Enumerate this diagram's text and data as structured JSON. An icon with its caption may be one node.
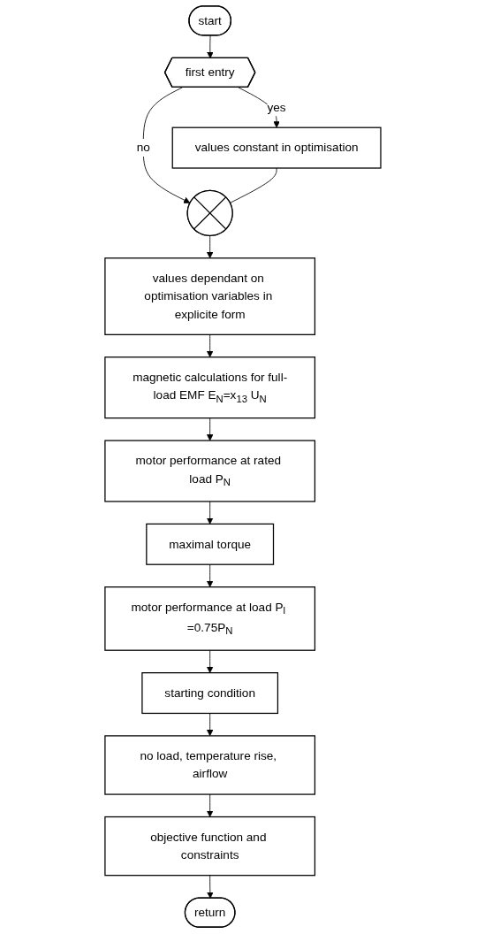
{
  "diagram": {
    "nodes": [
      {
        "text": [
          "start"
        ]
      },
      {
        "text": [
          "first entry"
        ]
      },
      {
        "text": [
          "values constant in optimisation"
        ]
      },
      {
        "text": [],
        "shape": "circle"
      },
      {
        "text": [
          "values dependant on optimisation variables in explicite form"
        ]
      },
      {
        "text": [
          "magnetic calculations for full-load EMF E$_{N}$=x$_{13}$ U$_{N}$"
        ]
      },
      {
        "text": [
          "motor performance at rated load P$_{N}$"
        ]
      },
      {
        "text": [
          "maximal torque"
        ]
      },
      {
        "text": [
          "motor performance at load P$_{l}$ =0.75P$_{N}$"
        ]
      },
      {
        "text": [
          "starting condition"
        ]
      },
      {
        "text": [
          "no load, temperature rise, airflow"
        ]
      },
      {
        "text": [
          "objective function and constraints"
        ]
      },
      {
        "text": [
          "return"
        ]
      }
    ],
    "edges": [
      {
        "from": 0,
        "to": 1,
        "arrow": "to"
      },
      {
        "from": 1,
        "to": 3,
        "arrow": "to",
        "label": "no"
      },
      {
        "from": 1,
        "to": 2,
        "arrow": "to",
        "label": "yes"
      },
      {
        "from": 2,
        "to": 3,
        "arrow": "none"
      },
      {
        "from": 3,
        "to": 4,
        "arrow": "to"
      },
      {
        "from": 4,
        "to": 5,
        "arrow": "to"
      },
      {
        "from": 5,
        "to": 6,
        "arrow": "to"
      },
      {
        "from": 6,
        "to": 7,
        "arrow": "to"
      },
      {
        "from": 7,
        "to": 8,
        "arrow": "to"
      },
      {
        "from": 8,
        "to": 9,
        "arrow": "to"
      },
      {
        "from": 9,
        "to": 10,
        "arrow": "to"
      },
      {
        "from": 10,
        "to": 11,
        "arrow": "to"
      },
      {
        "from": 11,
        "to": 12,
        "arrow": "to"
      }
    ]
  }
}
